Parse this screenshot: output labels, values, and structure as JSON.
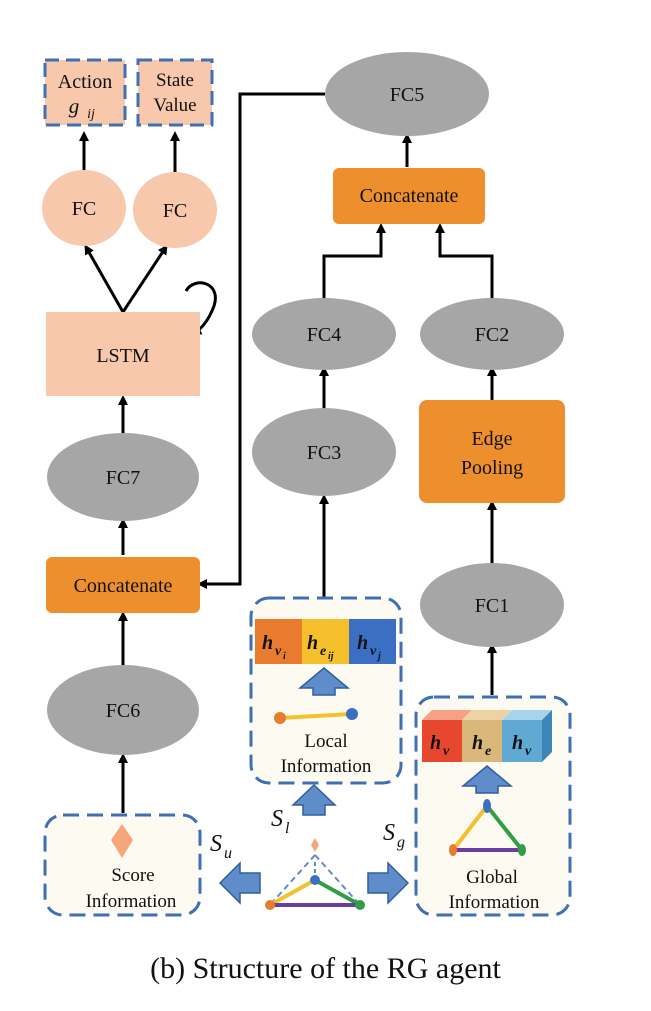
{
  "nodes": {
    "action": "Action",
    "action_sub": "g",
    "action_sub2": "ij",
    "state_value_1": "State",
    "state_value_2": "Value",
    "fc_left": "FC",
    "fc_right": "FC",
    "lstm": "LSTM",
    "fc7": "FC7",
    "concat_left": "Concatenate",
    "fc6": "FC6",
    "fc5": "FC5",
    "concat_right": "Concatenate",
    "fc4": "FC4",
    "fc3": "FC3",
    "fc2": "FC2",
    "edge_pooling_1": "Edge",
    "edge_pooling_2": "Pooling",
    "fc1": "FC1"
  },
  "local_panel": {
    "label_1": "Local",
    "label_2": "Information",
    "cell_hvi": "h",
    "cell_hvi_sub": "v",
    "cell_hvi_sub2": "i",
    "cell_heij": "h",
    "cell_heij_sub": "e",
    "cell_heij_sub2": "ij",
    "cell_hvj": "h",
    "cell_hvj_sub": "v",
    "cell_hvj_sub2": "j"
  },
  "global_panel": {
    "label_1": "Global",
    "label_2": "Information",
    "cell_hv1": "h",
    "cell_hv1_sub": "v",
    "cell_he": "h",
    "cell_he_sub": "e",
    "cell_hv2": "h",
    "cell_hv2_sub": "v"
  },
  "score_panel": {
    "label_1": "Score",
    "label_2": "Information"
  },
  "symbols": {
    "s_u": "S",
    "s_u_sub": "u",
    "s_l": "S",
    "s_l_sub": "l",
    "s_g": "S",
    "s_g_sub": "g"
  },
  "caption": "(b) Structure of the RG agent",
  "colors": {
    "gray_node": "#a6a6a6",
    "orange_node": "#ed8f2d",
    "peach_node": "#f7c8ab",
    "dashed_border": "#3f6fb5",
    "panel_fill": "#fdfaf2",
    "blue_arrow": "#5f8dc9"
  }
}
